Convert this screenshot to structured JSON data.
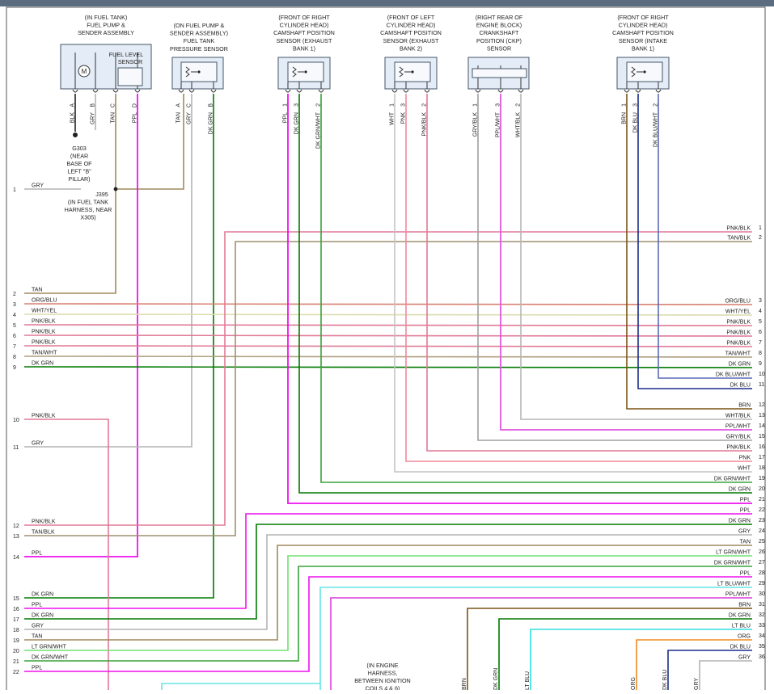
{
  "colors": {
    "PPL": "#ee11ee",
    "TAN": "#a08a5c",
    "GRY": "#b4b4b4",
    "BLK": "#222222",
    "DK GRN": "#007a00",
    "DK GRN/WHT": "#3aa23a",
    "WHT": "#c4c4c4",
    "PNK": "#f0889c",
    "PNK/BLK": "#e07a96",
    "GRY/BLK": "#a0a0a0",
    "PPL/WHT": "#e055e0",
    "WHT/BLK": "#b6b6b6",
    "BRN": "#7a5414",
    "DK BLU": "#1a2c8a",
    "DK BLU/WHT": "#5a6ab8",
    "ORG/BLU": "#d88070",
    "WHT/YEL": "#dcdcb0",
    "TAN/WHT": "#b0a080",
    "TAN/BLK": "#9e9070",
    "LT GRN/WHT": "#70e070",
    "LT BLU/WHT": "#66e6e6",
    "LT BLU": "#33dddd",
    "ORG": "#f08a20",
    "box_fill": "#e4edf7",
    "box_stroke": "#445566"
  },
  "components": [
    {
      "id": "fuel-pump",
      "title": [
        "(IN FUEL TANK)",
        "FUEL PUMP &",
        "SENDER ASSEMBLY"
      ],
      "inner": [
        "FUEL LEVEL",
        "SENSOR"
      ],
      "pins": [
        {
          "pin": "A",
          "wire": "BLK"
        },
        {
          "pin": "B",
          "wire": "GRY"
        },
        {
          "pin": "C",
          "wire": "TAN"
        },
        {
          "pin": "D",
          "wire": "PPL"
        }
      ]
    },
    {
      "id": "fuel-pressure",
      "title": [
        "(ON FUEL PUMP &",
        "SENDER ASSEMBLY)",
        "FUEL TANK",
        "PRESSURE SENSOR"
      ],
      "pins": [
        {
          "pin": "A",
          "wire": "TAN"
        },
        {
          "pin": "C",
          "wire": "GRY"
        },
        {
          "pin": "B",
          "wire": "DK GRN"
        }
      ]
    },
    {
      "id": "cmp-right-exhaust",
      "title": [
        "(FRONT OF RIGHT",
        "CYLINDER HEAD)",
        "CAMSHAFT POSITION",
        "SENSOR (EXHAUST",
        "BANK 1)"
      ],
      "pins": [
        {
          "pin": "1",
          "wire": "PPL"
        },
        {
          "pin": "3",
          "wire": "DK GRN"
        },
        {
          "pin": "2",
          "wire": "DK GRN/WHT"
        }
      ]
    },
    {
      "id": "cmp-left-exhaust",
      "title": [
        "(FRONT OF LEFT",
        "CYLINDER HEAD)",
        "CAMSHAFT POSITION",
        "SENSOR (EXHAUST",
        "BANK 2)"
      ],
      "pins": [
        {
          "pin": "1",
          "wire": "WHT"
        },
        {
          "pin": "3",
          "wire": "PNK"
        },
        {
          "pin": "2",
          "wire": "PNK/BLK"
        }
      ]
    },
    {
      "id": "ckp",
      "title": [
        "(RIGHT REAR OF",
        "ENGINE BLOCK)",
        "CRANKSHAFT",
        "POSITION (CKP)",
        "SENSOR"
      ],
      "pins": [
        {
          "pin": "1",
          "wire": "GRY/BLK"
        },
        {
          "pin": "3",
          "wire": "PPL/WHT"
        },
        {
          "pin": "2",
          "wire": "WHT/BLK"
        }
      ]
    },
    {
      "id": "cmp-right-intake",
      "title": [
        "(FRONT OF RIGHT",
        "CYLINDER HEAD)",
        "CAMSHAFT POSITION",
        "SENSOR (INTAKE",
        "BANK 1)"
      ],
      "pins": [
        {
          "pin": "1",
          "wire": "BRN"
        },
        {
          "pin": "3",
          "wire": "DK BLU"
        },
        {
          "pin": "2",
          "wire": "DK BLU/WHT"
        }
      ]
    }
  ],
  "motor_label": "M",
  "ground_label": [
    "G303",
    "(NEAR",
    "BASE OF",
    "LEFT \"B\"",
    "PILLAR)"
  ],
  "splice_label": [
    "J395",
    "(IN FUEL TANK",
    "HARNESS, NEAR",
    "X305)"
  ],
  "harness_label": [
    "(IN ENGINE",
    "HARNESS,",
    "BETWEEN IGNITION",
    "COILS 4 & 6)"
  ],
  "left_connector": [
    {
      "pin": "1",
      "wire": "GRY"
    },
    {
      "pin": "2",
      "wire": "TAN"
    },
    {
      "pin": "3",
      "wire": "ORG/BLU"
    },
    {
      "pin": "4",
      "wire": "WHT/YEL"
    },
    {
      "pin": "5",
      "wire": "PNK/BLK"
    },
    {
      "pin": "6",
      "wire": "PNK/BLK"
    },
    {
      "pin": "7",
      "wire": "PNK/BLK"
    },
    {
      "pin": "8",
      "wire": "TAN/WHT"
    },
    {
      "pin": "9",
      "wire": "DK GRN"
    },
    {
      "pin": "10",
      "wire": "PNK/BLK"
    },
    {
      "pin": "11",
      "wire": "GRY"
    },
    {
      "pin": "12",
      "wire": "PNK/BLK"
    },
    {
      "pin": "13",
      "wire": "TAN/BLK"
    },
    {
      "pin": "14",
      "wire": "PPL"
    },
    {
      "pin": "15",
      "wire": "DK GRN"
    },
    {
      "pin": "16",
      "wire": "PPL"
    },
    {
      "pin": "17",
      "wire": "DK GRN"
    },
    {
      "pin": "18",
      "wire": "GRY"
    },
    {
      "pin": "19",
      "wire": "TAN"
    },
    {
      "pin": "20",
      "wire": "LT GRN/WHT"
    },
    {
      "pin": "21",
      "wire": "DK GRN/WHT"
    },
    {
      "pin": "22",
      "wire": "PPL"
    }
  ],
  "right_connector": [
    {
      "pin": "1",
      "wire": "PNK/BLK"
    },
    {
      "pin": "2",
      "wire": "TAN/BLK"
    },
    {
      "pin": "3",
      "wire": "ORG/BLU"
    },
    {
      "pin": "4",
      "wire": "WHT/YEL"
    },
    {
      "pin": "5",
      "wire": "PNK/BLK"
    },
    {
      "pin": "6",
      "wire": "PNK/BLK"
    },
    {
      "pin": "7",
      "wire": "PNK/BLK"
    },
    {
      "pin": "8",
      "wire": "TAN/WHT"
    },
    {
      "pin": "9",
      "wire": "DK GRN"
    },
    {
      "pin": "10",
      "wire": "DK BLU/WHT"
    },
    {
      "pin": "11",
      "wire": "DK BLU"
    },
    {
      "pin": "12",
      "wire": "BRN"
    },
    {
      "pin": "13",
      "wire": "WHT/BLK"
    },
    {
      "pin": "14",
      "wire": "PPL/WHT"
    },
    {
      "pin": "15",
      "wire": "GRY/BLK"
    },
    {
      "pin": "16",
      "wire": "PNK/BLK"
    },
    {
      "pin": "17",
      "wire": "PNK"
    },
    {
      "pin": "18",
      "wire": "WHT"
    },
    {
      "pin": "19",
      "wire": "DK GRN/WHT"
    },
    {
      "pin": "20",
      "wire": "DK GRN"
    },
    {
      "pin": "21",
      "wire": "PPL"
    },
    {
      "pin": "22",
      "wire": "PPL"
    },
    {
      "pin": "23",
      "wire": "DK GRN"
    },
    {
      "pin": "24",
      "wire": "GRY"
    },
    {
      "pin": "25",
      "wire": "TAN"
    },
    {
      "pin": "26",
      "wire": "LT GRN/WHT"
    },
    {
      "pin": "27",
      "wire": "DK GRN/WHT"
    },
    {
      "pin": "28",
      "wire": "PPL"
    },
    {
      "pin": "29",
      "wire": "LT BLU/WHT"
    },
    {
      "pin": "30",
      "wire": "PPL/WHT"
    },
    {
      "pin": "31",
      "wire": "BRN"
    },
    {
      "pin": "32",
      "wire": "DK GRN"
    },
    {
      "pin": "33",
      "wire": "LT BLU"
    },
    {
      "pin": "34",
      "wire": "ORG"
    },
    {
      "pin": "35",
      "wire": "DK BLU"
    },
    {
      "pin": "36",
      "wire": "GRY"
    }
  ],
  "bottom_wires": [
    "BRN",
    "DK GRN",
    "LT BLU",
    "ORG",
    "DK BLU",
    "GRY"
  ]
}
